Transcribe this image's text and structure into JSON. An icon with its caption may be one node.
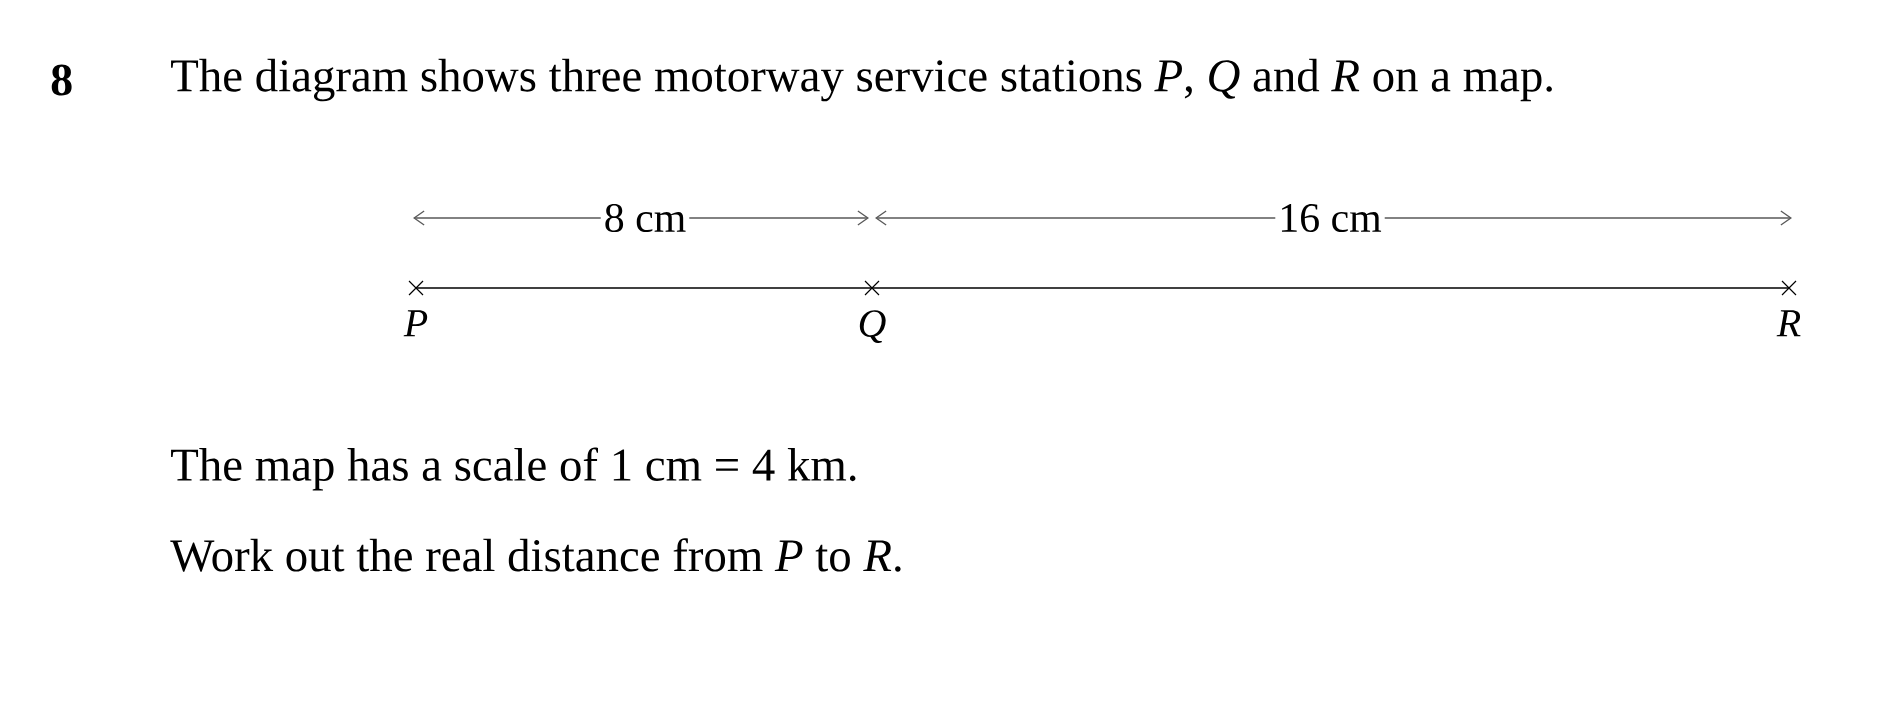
{
  "diagram": {
    "nodes": [
      {
        "text": [],
        "shape": "cross",
        "beside": [
          "P"
        ]
      },
      {
        "text": [],
        "shape": "cross",
        "beside": [
          "Q"
        ]
      },
      {
        "text": [],
        "shape": "cross",
        "beside": [
          "R"
        ]
      }
    ],
    "edges": [
      {
        "from": 0,
        "to": 2,
        "arrow": "none"
      }
    ],
    "labels": [
      "8",
      "The diagram shows three motorway service stations *P*, *Q* and *R* on a map.",
      "8 cm",
      "16 cm",
      "The map has a scale of 1 cm = 4 km.",
      "Work out the real distance from *P* to *R*."
    ]
  }
}
